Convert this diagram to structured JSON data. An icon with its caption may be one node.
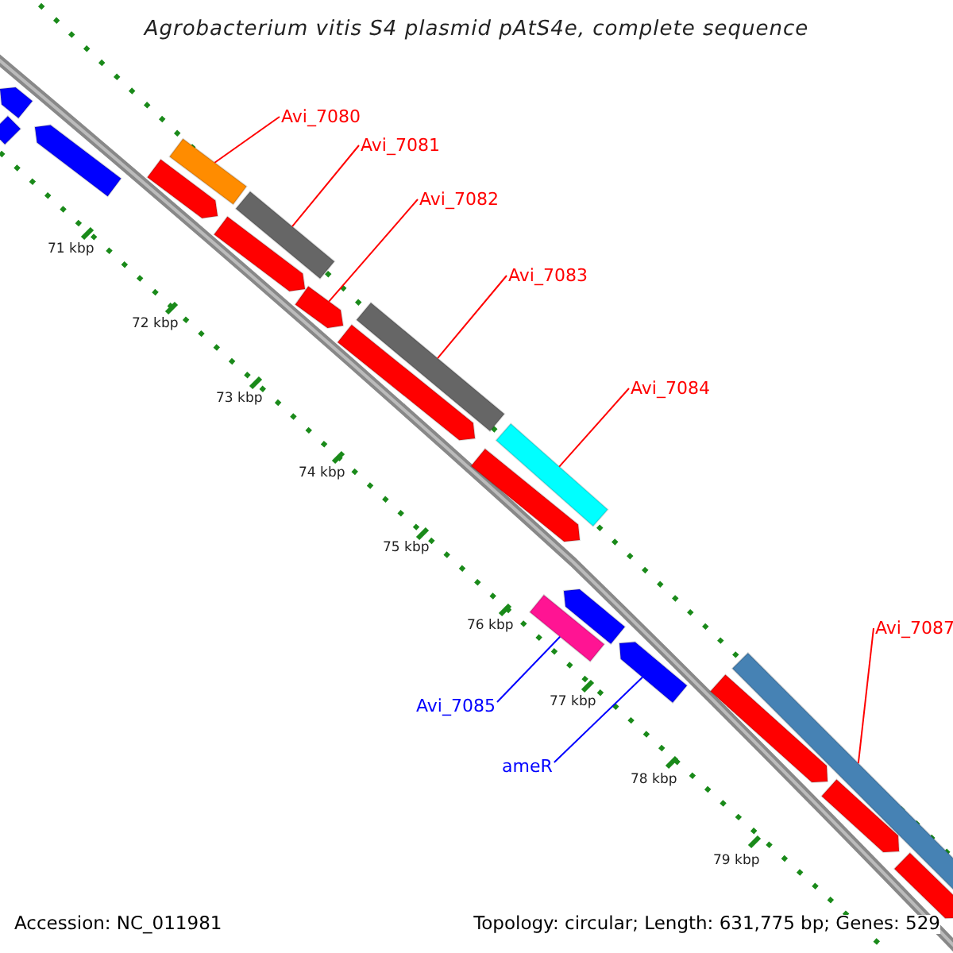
{
  "diagram": {
    "title": "Agrobacterium vitis S4 plasmid pAtS4e, complete sequence",
    "nodes": [
      {
        "text": [
          "Avi_7080"
        ]
      },
      {
        "text": [],
        "shape": "bar"
      },
      {
        "text": [
          "Avi_7081"
        ]
      },
      {
        "text": [],
        "shape": "bar"
      },
      {
        "text": [
          "Avi_7082"
        ]
      },
      {
        "text": [],
        "shape": "bar"
      },
      {
        "text": [
          "Avi_7083"
        ]
      },
      {
        "text": [],
        "shape": "bar"
      },
      {
        "text": [
          "Avi_7084"
        ]
      },
      {
        "text": [],
        "shape": "bar"
      },
      {
        "text": [
          "Avi_7087"
        ]
      },
      {
        "text": [],
        "shape": "bar"
      },
      {
        "text": [
          "Avi_7085"
        ]
      },
      {
        "text": [],
        "shape": "bar"
      },
      {
        "text": [
          "ameR"
        ]
      },
      {
        "text": [],
        "shape": "bar"
      },
      {
        "text": [],
        "shape": "bar"
      },
      {
        "text": [],
        "shape": "bar"
      },
      {
        "text": [],
        "shape": "bar"
      },
      {
        "text": [],
        "shape": "bar"
      },
      {
        "text": [],
        "shape": "bar"
      },
      {
        "text": [],
        "shape": "bar"
      },
      {
        "text": [],
        "shape": "bar"
      },
      {
        "text": [],
        "shape": "bar"
      },
      {
        "text": [],
        "shape": "bar"
      },
      {
        "text": [],
        "shape": "bar"
      },
      {
        "text": [],
        "shape": "bar"
      }
    ],
    "edges": [
      {
        "from": 0,
        "to": 1,
        "arrow": "none"
      },
      {
        "from": 2,
        "to": 3,
        "arrow": "none"
      },
      {
        "from": 4,
        "to": 5,
        "arrow": "none"
      },
      {
        "from": 6,
        "to": 7,
        "arrow": "none"
      },
      {
        "from": 8,
        "to": 9,
        "arrow": "none"
      },
      {
        "from": 10,
        "to": 11,
        "arrow": "none"
      },
      {
        "from": 12,
        "to": 13,
        "arrow": "none",
        "color": "#0000ff"
      },
      {
        "from": 14,
        "to": 15,
        "arrow": "none",
        "color": "#0000ff"
      }
    ],
    "labels": [
      "71 kbp",
      "72 kbp",
      "73 kbp",
      "74 kbp",
      "75 kbp",
      "76 kbp",
      "77 kbp",
      "78 kbp",
      "79 kbp",
      "Accession: NC_011981",
      "Topology: circular; Length: 631,775 bp; Genes: 529"
    ]
  }
}
